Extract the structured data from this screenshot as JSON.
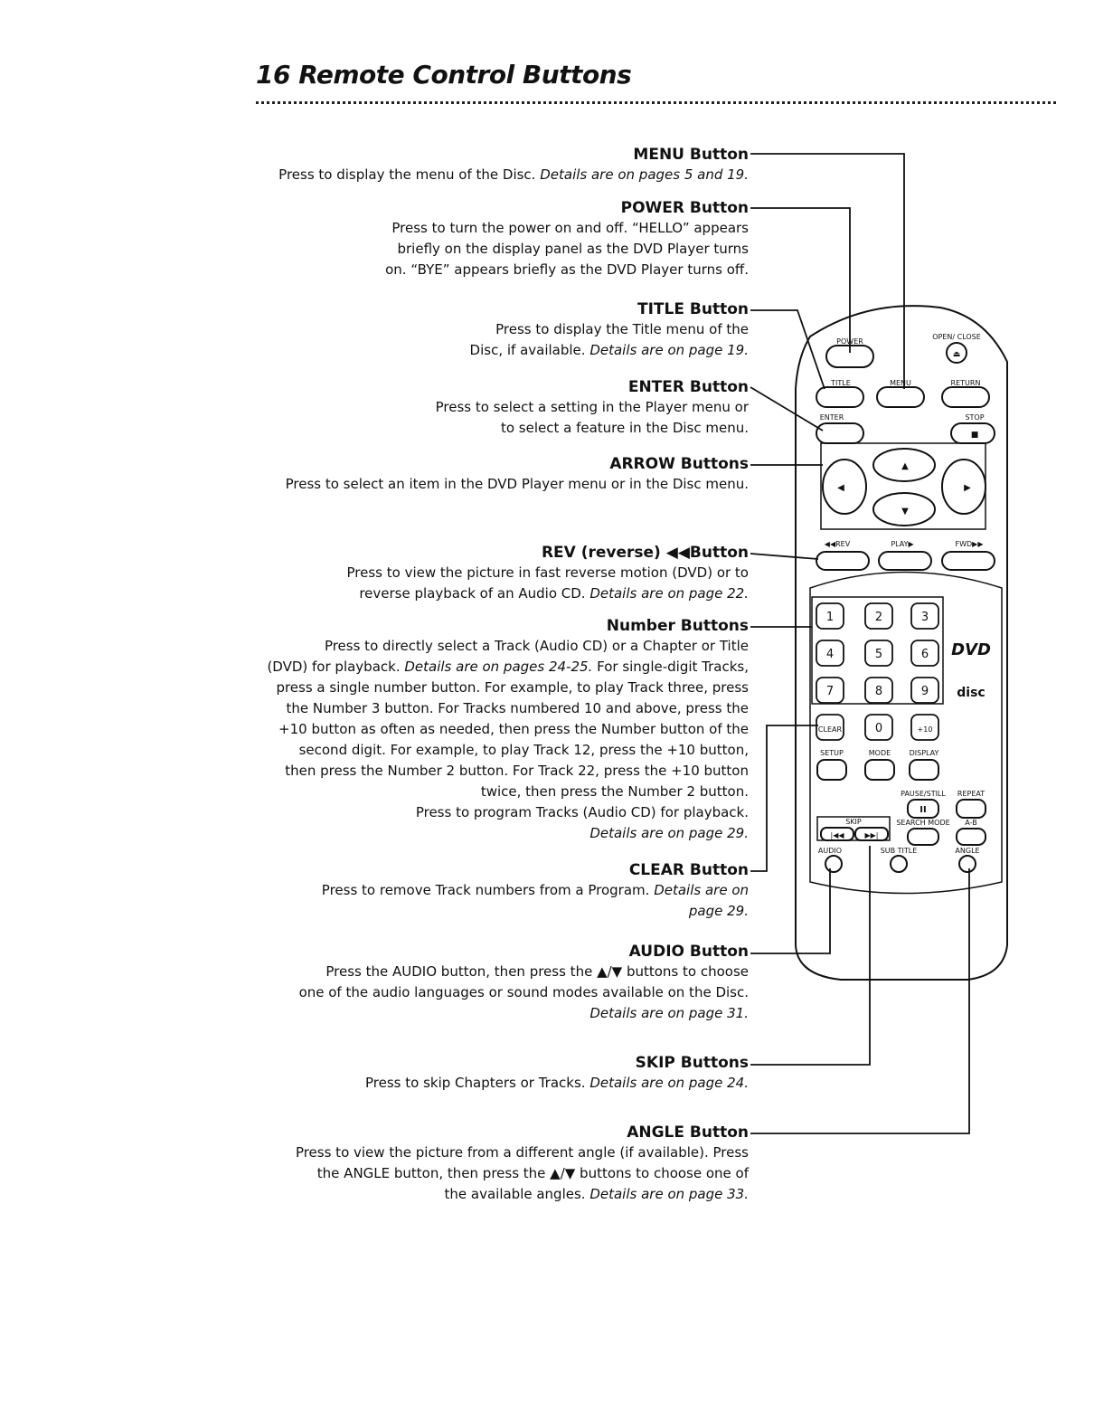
{
  "page_title": "16 Remote Control Buttons",
  "entries": [
    {
      "id": "menu",
      "head": "MENU Button",
      "lines": [
        {
          "t": "Press to display the menu of the Disc. ",
          "i": "Details are on pages 5 and 19."
        }
      ]
    },
    {
      "id": "power",
      "head": "POWER Button",
      "lines": [
        {
          "t": "Press to turn the power on and off. “HELLO” appears",
          "i": ""
        },
        {
          "t": "briefly on the display panel as the DVD Player turns",
          "i": ""
        },
        {
          "t": "on. “BYE” appears briefly as the DVD Player turns off.",
          "i": ""
        }
      ]
    },
    {
      "id": "title",
      "head": "TITLE Button",
      "lines": [
        {
          "t": "Press to display the Title menu of the",
          "i": ""
        },
        {
          "t": "Disc, if available. ",
          "i": "Details are on page 19."
        }
      ]
    },
    {
      "id": "enter",
      "head": "ENTER Button",
      "lines": [
        {
          "t": "Press to select a setting in the Player menu or",
          "i": ""
        },
        {
          "t": "to select a feature in the Disc menu.",
          "i": ""
        }
      ]
    },
    {
      "id": "arrow",
      "head": "ARROW Buttons",
      "lines": [
        {
          "t": "Press to select an item in the DVD Player menu or in the Disc menu.",
          "i": ""
        }
      ]
    },
    {
      "id": "rev",
      "head": "REV (reverse) ◀◀Button",
      "lines": [
        {
          "t": "Press to view the picture in fast reverse motion (DVD) or to",
          "i": ""
        },
        {
          "t": "reverse playback of an Audio CD. ",
          "i": "Details are on page 22."
        }
      ]
    },
    {
      "id": "number",
      "head": "Number Buttons",
      "lines": [
        {
          "t": "Press to directly select a Track (Audio CD) or a Chapter or Title",
          "i": ""
        },
        {
          "t": "(DVD) for playback. ",
          "i": "Details are on pages 24-25.",
          "t2": " For single-digit Tracks,"
        },
        {
          "t": "press a single number button. For example, to play Track three, press",
          "i": ""
        },
        {
          "t": "the Number 3 button. For Tracks numbered 10 and above, press the",
          "i": ""
        },
        {
          "t": "+10 button as often as needed, then press the Number button of the",
          "i": ""
        },
        {
          "t": "second digit. For example, to play Track 12, press the +10 button,",
          "i": ""
        },
        {
          "t": "then press the Number 2 button. For Track 22, press the +10 button",
          "i": ""
        },
        {
          "t": "twice, then press the Number 2 button.",
          "i": ""
        },
        {
          "t": "Press to program Tracks (Audio CD) for playback.",
          "i": ""
        },
        {
          "t": "",
          "i": "Details are on page 29."
        }
      ]
    },
    {
      "id": "clear",
      "head": "CLEAR Button",
      "lines": [
        {
          "t": "Press to remove Track numbers from a Program. ",
          "i": "Details are on"
        },
        {
          "t": "",
          "i": "page 29."
        }
      ]
    },
    {
      "id": "audio",
      "head": "AUDIO Button",
      "lines": [
        {
          "t": "Press the AUDIO button, then press the ▲/▼ buttons to choose",
          "i": ""
        },
        {
          "t": "one of the audio languages or sound modes available on the Disc.",
          "i": ""
        },
        {
          "t": "",
          "i": "Details are on page 31."
        }
      ]
    },
    {
      "id": "skip",
      "head": "SKIP Buttons",
      "lines": [
        {
          "t": "Press to skip Chapters or Tracks. ",
          "i": "Details are on page 24."
        }
      ]
    },
    {
      "id": "angle",
      "head": "ANGLE Button",
      "lines": [
        {
          "t": "Press to view the picture from a different angle (if available). Press",
          "i": ""
        },
        {
          "t": "the ANGLE button, then press the ▲/▼ buttons to choose one of",
          "i": ""
        },
        {
          "t": "the available angles. ",
          "i": "Details are on page 33."
        }
      ]
    }
  ],
  "remote": {
    "labels": {
      "power": "POWER",
      "open_close": "OPEN/ CLOSE",
      "title": "TITLE",
      "menu": "MENU",
      "return": "RETURN",
      "enter": "ENTER",
      "stop": "STOP",
      "rev": "◀◀REV",
      "play": "PLAY▶",
      "fwd": "FWD▶▶",
      "setup": "SETUP",
      "mode": "MODE",
      "display": "DISPLAY",
      "pause_still": "PAUSE/STILL",
      "repeat": "REPEAT",
      "skip": "SKIP",
      "search_mode": "SEARCH MODE",
      "ab": "A-B",
      "audio": "AUDIO",
      "subtitle": "SUB TITLE",
      "angle": "ANGLE",
      "clear": "CLEAR",
      "plus10": "+10",
      "dvd_logo": "DVD",
      "disc_logo": "disc"
    },
    "numbers": [
      "1",
      "2",
      "3",
      "4",
      "5",
      "6",
      "7",
      "8",
      "9",
      "0"
    ]
  }
}
